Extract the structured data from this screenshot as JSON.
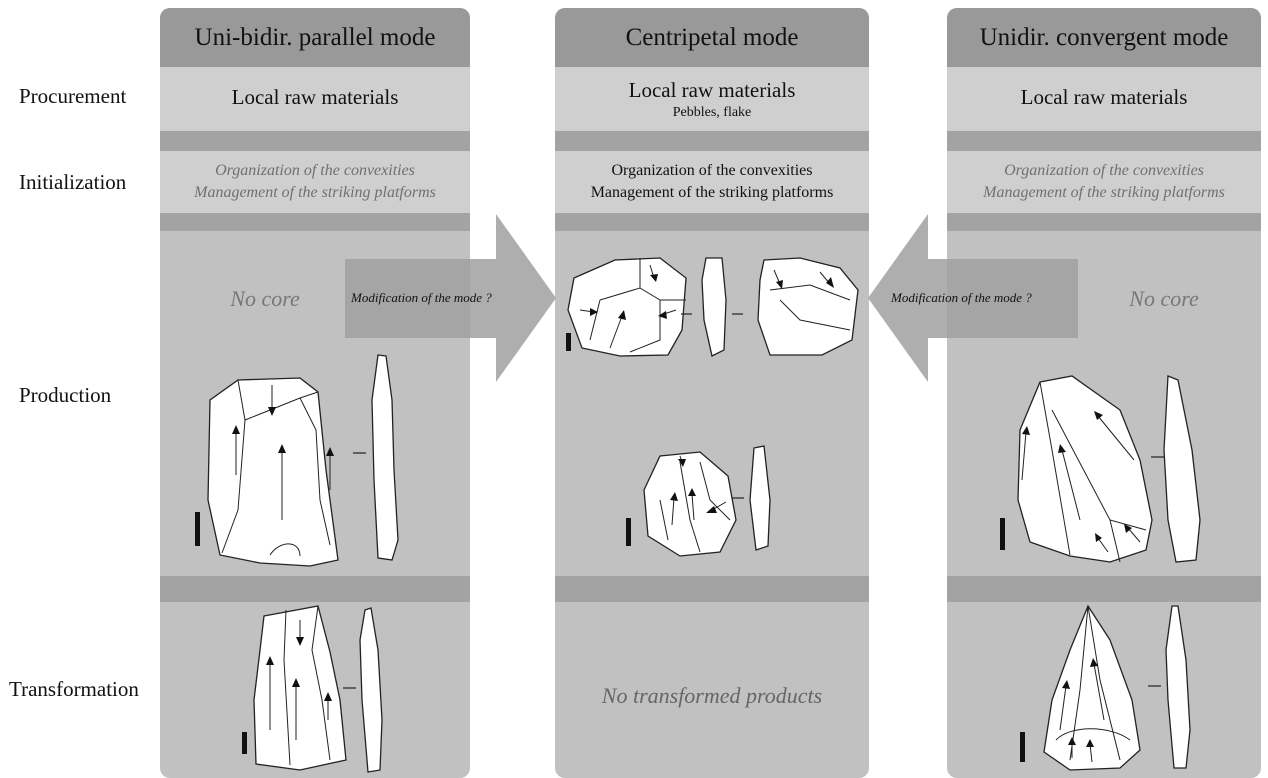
{
  "rows": {
    "procurement": "Procurement",
    "initialization": "Initialization",
    "production": "Production",
    "transformation": "Transformation"
  },
  "columns": [
    {
      "title": "Uni-bidir. parallel mode",
      "procurement": "Local raw materials",
      "init_line1": "Organization of the convexities",
      "init_line2": "Management of the striking platforms",
      "production_note": "No core"
    },
    {
      "title": "Centripetal mode",
      "procurement": "Local raw materials",
      "procurement_sub": "Pebbles, flake",
      "init_line1": "Organization of the convexities",
      "init_line2": "Management of the striking platforms",
      "transformation_note": "No transformed products"
    },
    {
      "title": "Unidir. convergent mode",
      "procurement": "Local raw materials",
      "init_line1": "Organization of the convexities",
      "init_line2": "Management of the striking platforms",
      "production_note": "No core"
    }
  ],
  "arrows": {
    "left_label": "Modification of the mode ?",
    "right_label": "Modification of the mode ?"
  },
  "colors": {
    "column_bg": "#c1c1c1",
    "header_bg": "#999999",
    "separator": "#a3a3a3",
    "section_bg": "#cfcfcf",
    "arrow_fill": "#a0a0a0"
  }
}
